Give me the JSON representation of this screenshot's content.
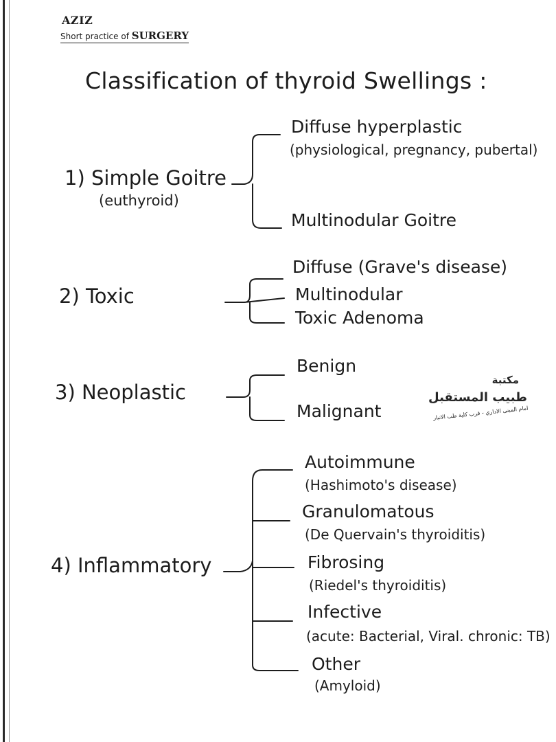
{
  "header": {
    "brand": "AZIZ",
    "book_prefix": "Short practice of ",
    "book_title": "SURGERY"
  },
  "title": "Classification of thyroid Swellings :",
  "categories": [
    {
      "label": "1) Simple Goitre",
      "sublabel": "(euthyroid)",
      "items": [
        {
          "label": "Diffuse hyperplastic",
          "detail": "(physiological, pregnancy, pubertal)"
        },
        {
          "label": "Multinodular Goitre"
        }
      ]
    },
    {
      "label": "2) Toxic",
      "items": [
        {
          "label": "Diffuse (Grave's disease)"
        },
        {
          "label": "Multinodular"
        },
        {
          "label": "Toxic Adenoma"
        }
      ]
    },
    {
      "label": "3) Neoplastic",
      "items": [
        {
          "label": "Benign"
        },
        {
          "label": "Malignant"
        }
      ]
    },
    {
      "label": "4) Inflammatory",
      "items": [
        {
          "label": "Autoimmune",
          "detail": "(Hashimoto's disease)"
        },
        {
          "label": "Granulomatous",
          "detail": "(De Quervain's thyroiditis)"
        },
        {
          "label": "Fibrosing",
          "detail": "(Riedel's thyroiditis)"
        },
        {
          "label": "Infective",
          "detail": "(acute: Bacterial, Viral. chronic: TB)"
        },
        {
          "label": "Other",
          "detail": "(Amyloid)"
        }
      ]
    }
  ],
  "stamp": {
    "line1": "مكتبة",
    "line2": "طبيب المستقبل",
    "line3": "امام المبنى الاداري - قرب كلية طب الانبار"
  },
  "colors": {
    "ink": "#1c1c1c",
    "paper": "#ffffff",
    "stamp_ink": "#262626"
  }
}
